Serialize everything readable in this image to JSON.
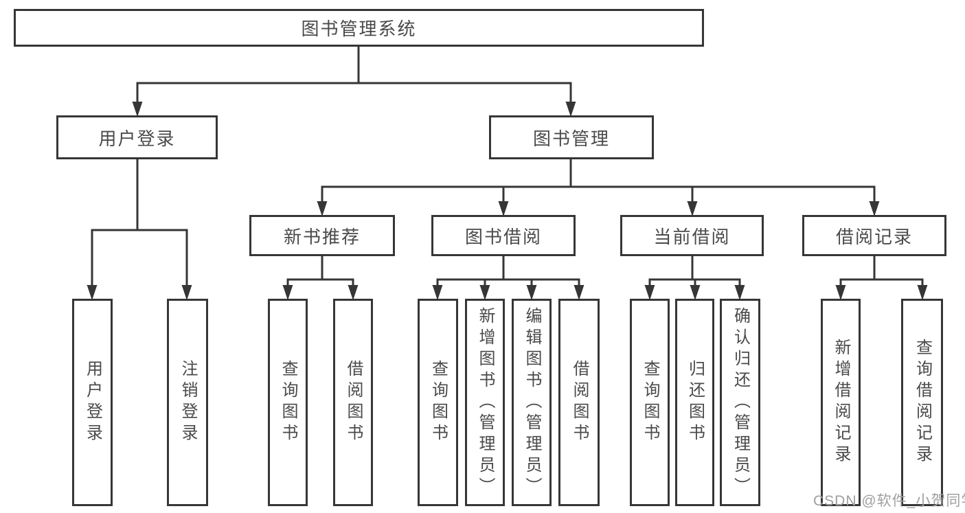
{
  "colors": {
    "background": "#ffffff",
    "line": "#363636",
    "box_border": "#363636",
    "text": "#4a4a4a",
    "watermark_text": "#9f9f9f"
  },
  "watermark": {
    "text": "CSDN @软件_小贺同学"
  },
  "tree": {
    "root": {
      "label": "图书管理系统",
      "children": [
        {
          "label": "用户登录",
          "children": [
            {
              "label": "用户登录"
            },
            {
              "label": "注销登录"
            }
          ]
        },
        {
          "label": "图书管理",
          "children": [
            {
              "label": "新书推荐",
              "children": [
                {
                  "label": "查询图书"
                },
                {
                  "label": "借阅图书"
                }
              ]
            },
            {
              "label": "图书借阅",
              "children": [
                {
                  "label": "查询图书"
                },
                {
                  "label": "新增图书（管理员）"
                },
                {
                  "label": "编辑图书（管理员）"
                },
                {
                  "label": "借阅图书"
                }
              ]
            },
            {
              "label": "当前借阅",
              "children": [
                {
                  "label": "查询图书"
                },
                {
                  "label": "归还图书"
                },
                {
                  "label": "确认归还（管理员）"
                }
              ]
            },
            {
              "label": "借阅记录",
              "children": [
                {
                  "label": "新增借阅记录"
                },
                {
                  "label": "查询借阅记录"
                }
              ]
            }
          ]
        }
      ]
    }
  }
}
